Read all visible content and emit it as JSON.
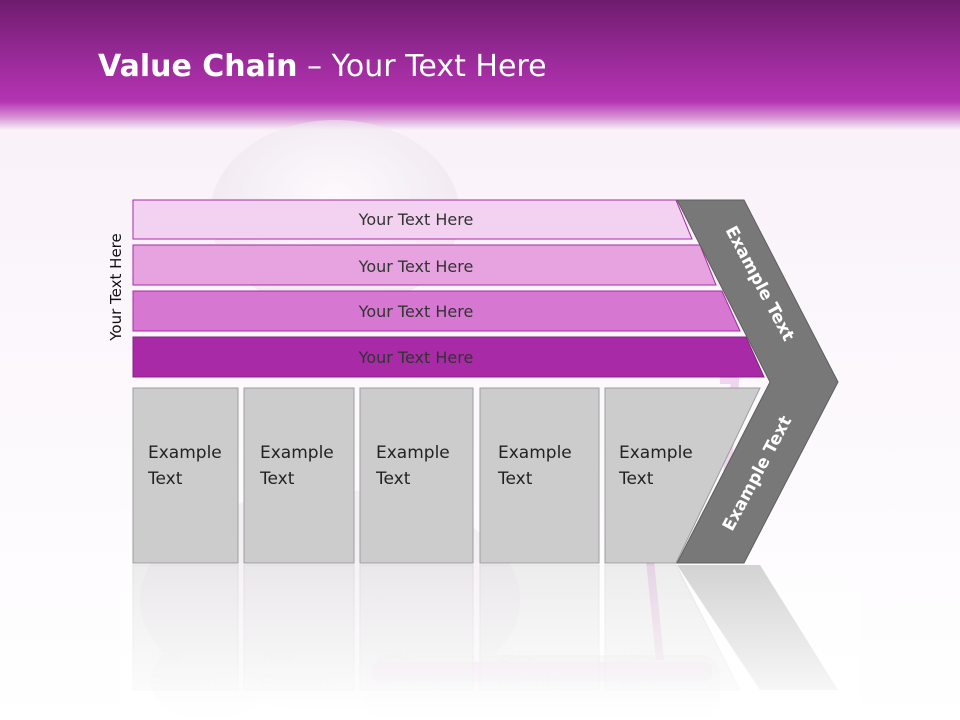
{
  "title": {
    "bold": "Value Chain",
    "separator": " – ",
    "rest": "Your Text Here"
  },
  "side_label": "Your Text Here",
  "bars": [
    {
      "label": "Your Text Here",
      "color": "#f2d2f0"
    },
    {
      "label": "Your Text Here",
      "color": "#e6a3e0"
    },
    {
      "label": "Your Text Here",
      "color": "#d677d2"
    },
    {
      "label": "Your Text Here",
      "color": "#a92aa6"
    }
  ],
  "boxes": [
    {
      "line1": "Example",
      "line2": "Text"
    },
    {
      "line1": "Example",
      "line2": "Text"
    },
    {
      "line1": "Example",
      "line2": "Text"
    },
    {
      "line1": "Example",
      "line2": "Text"
    },
    {
      "line1": "Example",
      "line2": "Text"
    }
  ],
  "chevron": {
    "upper_label": "Example Text",
    "lower_label": "Example Text",
    "color": "#787878"
  },
  "colors": {
    "header": "#9a2a99",
    "box_fill": "#cccccc",
    "box_border": "#9e9e9e"
  }
}
